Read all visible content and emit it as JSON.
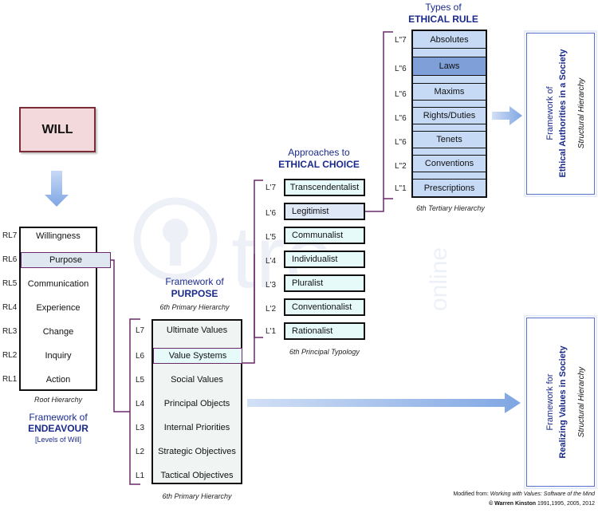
{
  "will": {
    "label": "WILL"
  },
  "root": {
    "levels": [
      "RL7",
      "RL6",
      "RL5",
      "RL4",
      "RL3",
      "RL2",
      "RL1"
    ],
    "items": [
      "Willingness",
      "Purpose",
      "Communication",
      "Experience",
      "Change",
      "Inquiry",
      "Action"
    ],
    "caption": "Root Hierarchy",
    "title_line1": "Framework of",
    "title_line2": "ENDEAVOUR",
    "subtitle": "[Levels of Will]"
  },
  "purpose": {
    "title_line1": "Framework of",
    "title_line2": "PURPOSE",
    "top_caption": "6th Primary Hierarchy",
    "levels": [
      "L7",
      "L6",
      "L5",
      "L4",
      "L3",
      "L2",
      "L1"
    ],
    "items": [
      "Ultimate Values",
      "Value Systems",
      "Social Values",
      "Principal Objects",
      "Internal Priorities",
      "Strategic Objectives",
      "Tactical Objectives"
    ],
    "bottom_caption": "6th Primary Hierarchy"
  },
  "choice": {
    "title_line1": "Approaches to",
    "title_line2": "ETHICAL CHOICE",
    "levels": [
      "L'7",
      "L'6",
      "L'5",
      "L'4",
      "L'3",
      "L'2",
      "L'1"
    ],
    "items": [
      "Transcendentalist",
      "Legitimist",
      "Communalist",
      "Individualist",
      "Pluralist",
      "Conventionalist",
      "Rationalist"
    ],
    "caption": "6th Principal Typology"
  },
  "rule": {
    "title_line1": "Types of",
    "title_line2": "ETHICAL RULE",
    "levels": [
      "L\"7",
      "L\"6",
      "L\"6",
      "L\"6",
      "L\"6",
      "L\"2",
      "L\"1"
    ],
    "items": [
      "Absolutes",
      "Laws",
      "Maxims",
      "Rights/Duties",
      "Tenets",
      "Conventions",
      "Prescriptions"
    ],
    "caption": "6th Tertiary Hierarchy"
  },
  "frameworks": {
    "authorities_line1": "Framework of",
    "authorities_line2": "Ethical Authorities in a Society",
    "authorities_sub": "Structural Hierarchy",
    "values_line1": "Framework for",
    "values_line2": "Realizing Values in Society",
    "values_sub": "Structural Hierarchy"
  },
  "watermark": {
    "text1": "tre",
    "text2": "online"
  },
  "credits": {
    "line1_prefix": "Modified from: ",
    "line1_title": "Working with Values: Software of the Mind",
    "line2_author": "© Warren Kinston",
    "line2_years": " 1991,1995, 2005, 2012"
  },
  "colors": {
    "navy": "#1a2a8c",
    "purple_line": "#6a2a6a",
    "will_fill": "#f3d9dc",
    "will_border": "#7a2d36",
    "arrow_blue": "#8aaee6",
    "purpose_box_fill": "#f0f5f3",
    "choice_fill": "#e6fafa",
    "rule_fill": "#c6daf6",
    "rule_laws_fill": "#7f9fd9"
  }
}
